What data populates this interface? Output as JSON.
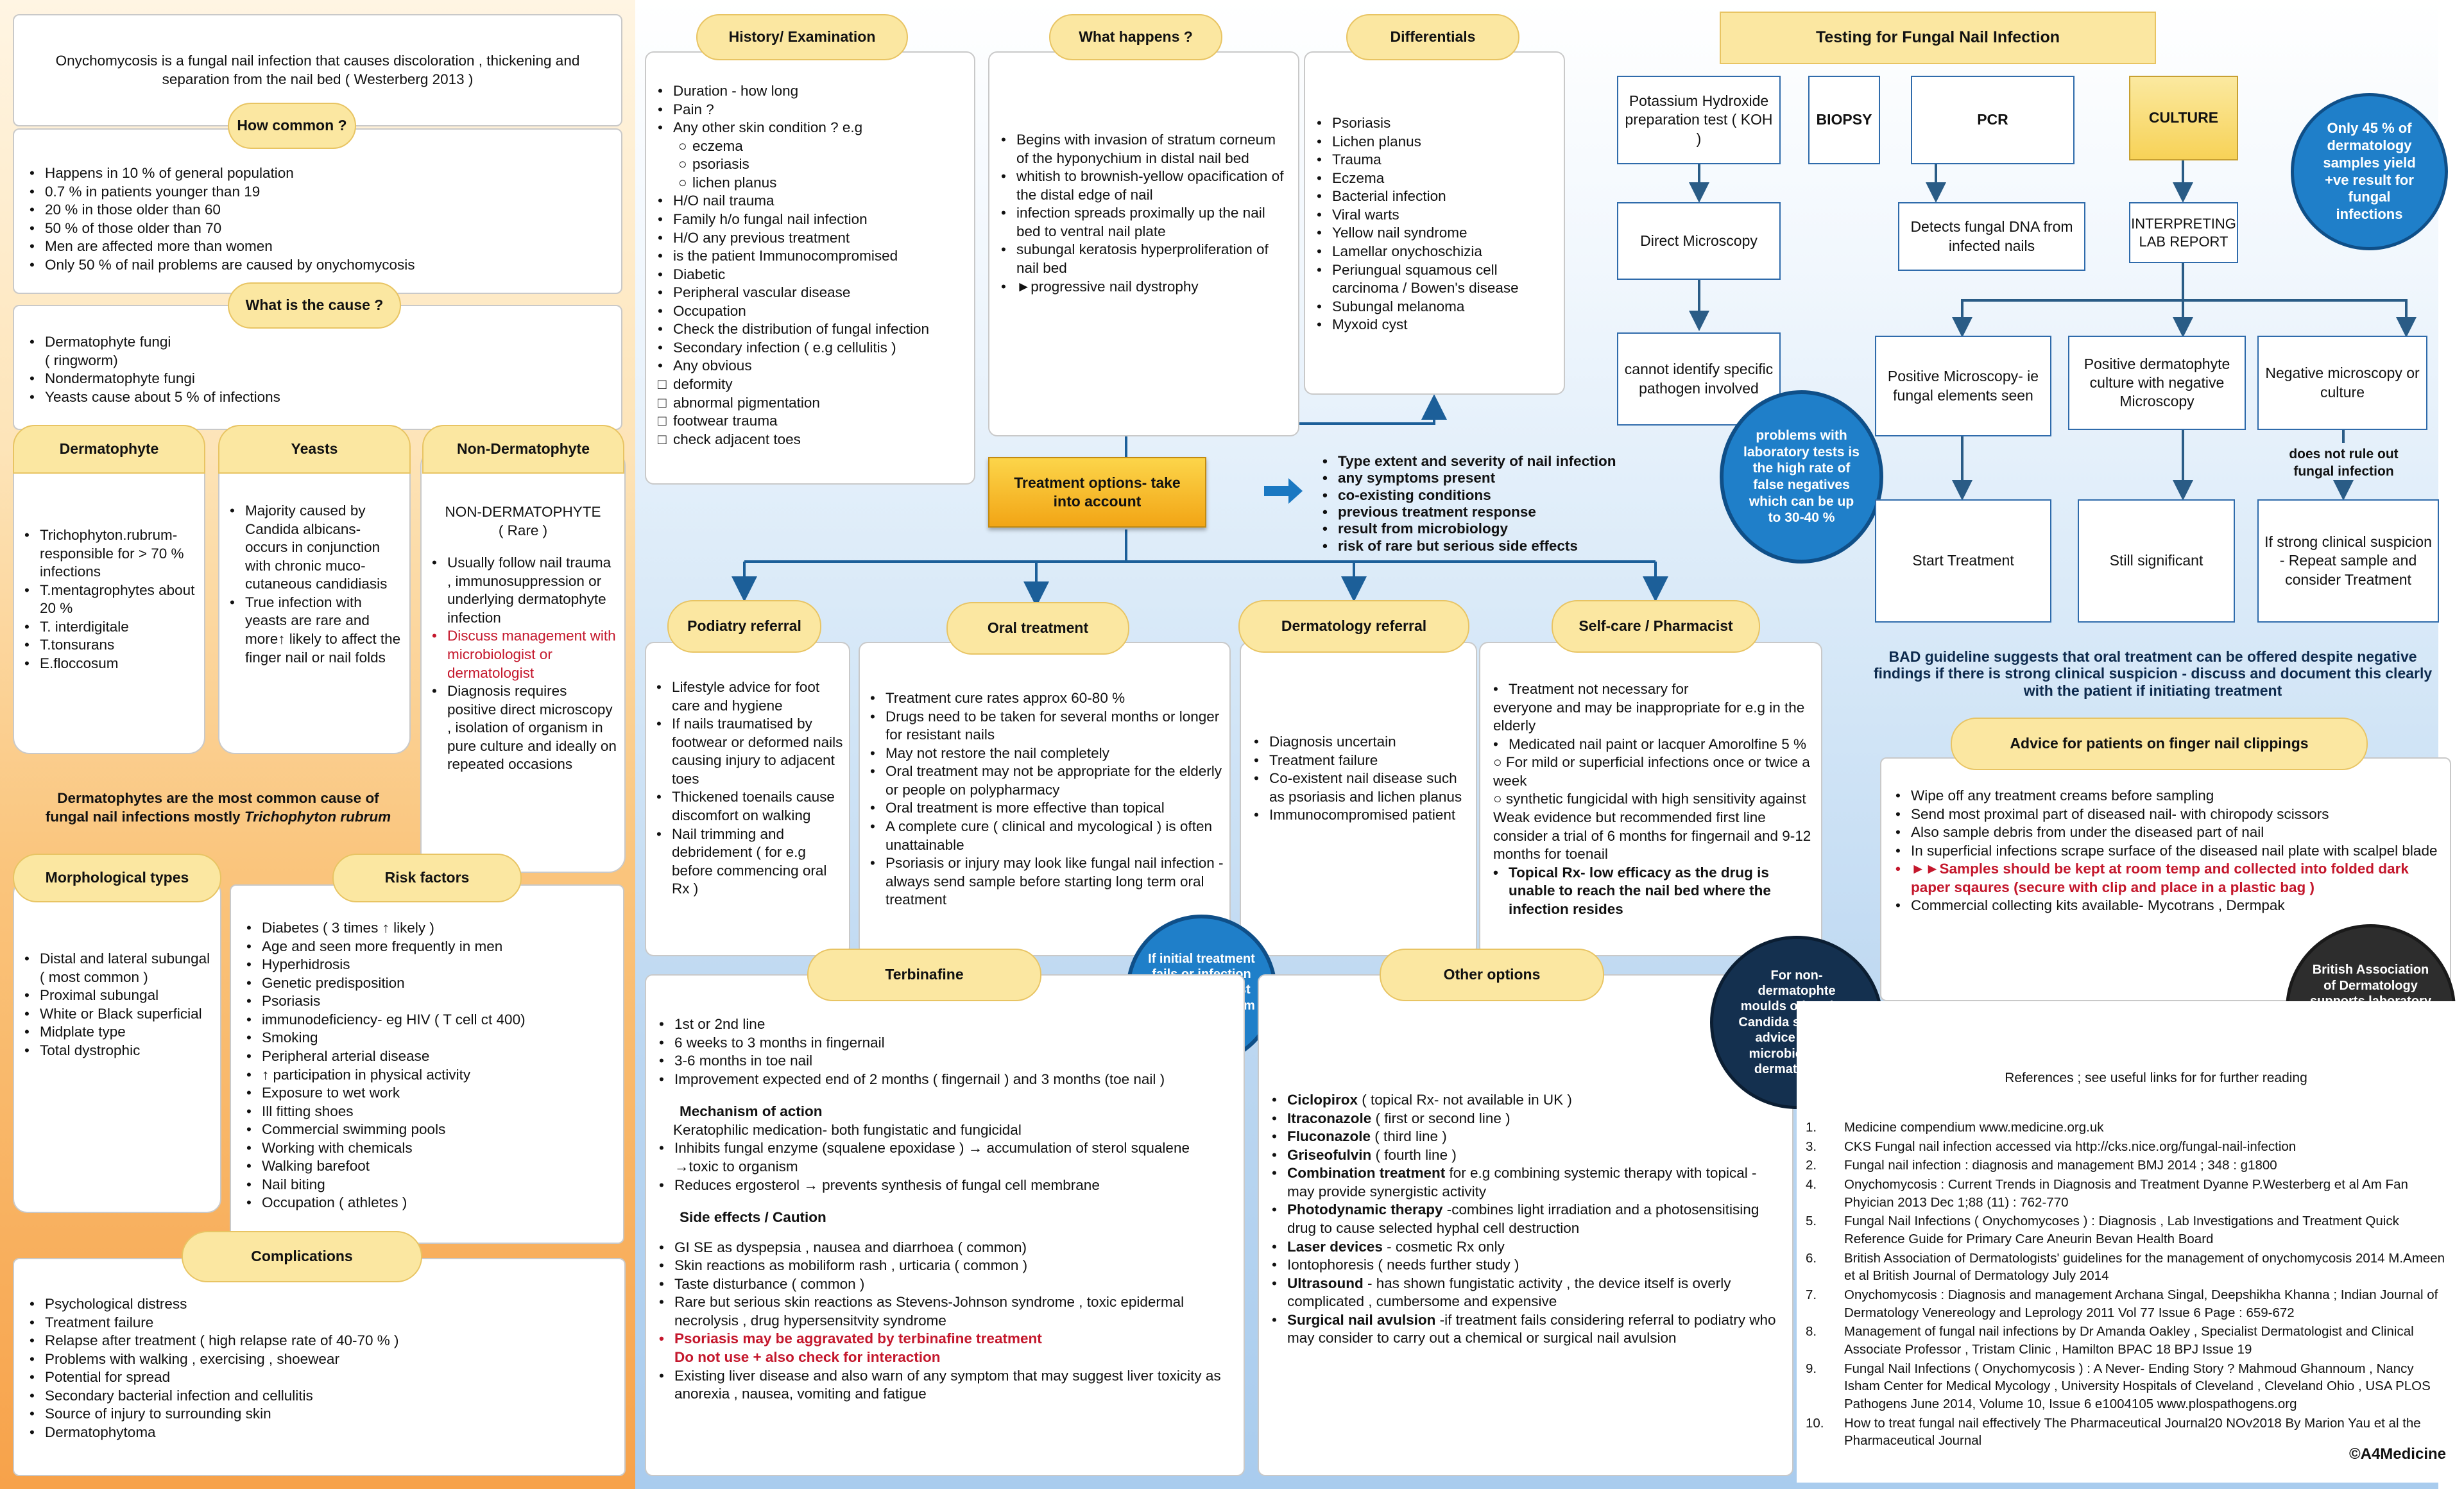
{
  "intro": "Onychomycosis is a fungal nail infection that causes discoloration , thickening and separation from the nail bed ( Westerberg 2013 )",
  "how_common": {
    "title": "How common ?",
    "items": [
      "Happens in 10 % of general population",
      "0.7 % in patients younger than 19",
      "20 % in those older than 60",
      "50 % of those older than 70",
      "Men are affected more than women",
      "Only 50 % of nail problems are caused by onychomycosis"
    ]
  },
  "cause": {
    "title": "What is the cause ?",
    "items": [
      "Dermatophyte fungi",
      "( ringworm)",
      "Nondermatophyte fungi",
      "Yeasts cause about 5 % of infections"
    ]
  },
  "dermatophyte": {
    "title": "Dermatophyte",
    "items": [
      "Trichophyton.rubrum- responsible for > 70 % infections",
      "T.mentagrophytes about 20 %",
      "T. interdigitale",
      "T.tonsurans",
      "E.floccosum"
    ]
  },
  "yeasts": {
    "title": "Yeasts",
    "items": [
      "Majority caused by Candida albicans- occurs in conjunction with chronic muco-cutaneous candidiasis",
      "True infection with yeasts are rare and more↑ likely to affect the finger nail or nail folds"
    ]
  },
  "nondermatophyte": {
    "title": "Non-Dermatophyte",
    "heading": "NON-DERMATOPHYTE",
    "heading2": "( Rare )",
    "item1": "Usually follow nail trauma , immunosuppression or underlying dermatophyte infection",
    "item2": "Discuss management with microbiologist or dermatologist",
    "item3": "Diagnosis requires positive direct microscopy , isolation of organism in pure culture and ideally on repeated occasions"
  },
  "derm_note": {
    "line1": "Dermatophytes are the most common cause of",
    "line2a": "fungal nail infections mostly ",
    "line2b": "Trichophyton rubrum"
  },
  "morph": {
    "title": "Morphological types",
    "items": [
      "Distal and lateral subungal",
      "( most common )",
      "Proximal subungal",
      "White or Black superficial",
      "Midplate type",
      "Total dystrophic"
    ]
  },
  "risk": {
    "title": "Risk factors",
    "items": [
      "Diabetes ( 3 times ↑ likely )",
      "Age and seen more frequently in men",
      "Hyperhidrosis",
      "Genetic predisposition",
      "Psoriasis",
      "immunodeficiency- eg HIV ( T cell ct 400)",
      "Smoking",
      "Peripheral arterial disease",
      "↑ participation in physical activity",
      "Exposure to wet work",
      "Ill fitting shoes",
      "Commercial swimming pools",
      "Working with chemicals",
      "Walking barefoot",
      "Nail biting",
      "Occupation ( athletes )"
    ]
  },
  "complications": {
    "title": "Complications",
    "items": [
      "Psychological distress",
      "Treatment failure",
      "Relapse after treatment ( high relapse rate of 40-70 % )",
      "Problems with walking , exercising , shoewear",
      "Potential for spread",
      "Secondary bacterial infection and cellulitis",
      "Source of injury to surrounding skin",
      "Dermatophytoma"
    ]
  },
  "history": {
    "title": "History/ Examination",
    "items": [
      "Duration - how long",
      "Pain ?",
      "Any other skin condition ? e.g"
    ],
    "subitems": [
      "eczema",
      "psoriasis",
      "lichen planus"
    ],
    "items2": [
      "H/O nail trauma",
      "Family h/o fungal nail infection",
      "H/O any previous treatment",
      "is the patient Immunocompromised",
      "Diabetic",
      "Peripheral vascular disease",
      "Occupation",
      "Check the distribution of fungal infection",
      "Secondary infection ( e.g cellulitis )",
      "Any obvious"
    ],
    "checks": [
      "deformity",
      "abnormal pigmentation",
      "footwear trauma",
      "check adjacent toes"
    ]
  },
  "what_happens": {
    "title": "What happens ?",
    "items": [
      "Begins with invasion of stratum corneum of the hyponychium in distal nail bed",
      "whitish to brownish-yellow opacification of the distal edge of nail",
      "infection spreads proximally up the nail bed to ventral nail plate",
      "subungal keratosis hyperproliferation of nail bed"
    ],
    "last": "►progressive nail dystrophy"
  },
  "differentials": {
    "title": "Differentials",
    "items": [
      "Psoriasis",
      "Lichen planus",
      "Trauma",
      "Eczema",
      "Bacterial infection",
      "Viral warts",
      "Yellow nail syndrome",
      "Lamellar onychoschizia",
      "Periungual squamous cell carcinoma / Bowen's disease",
      "Subungal melanoma",
      "Myxoid cyst"
    ]
  },
  "treatment_options": {
    "title": "Treatment options- take into account",
    "items": [
      "Type extent and severity of nail infection",
      "any symptoms present",
      "co-existing conditions",
      "previous treatment response",
      "result from microbiology",
      "risk of rare but serious side effects"
    ]
  },
  "podiatry": {
    "title": "Podiatry referral",
    "items": [
      "Lifestyle advice for foot care and hygiene",
      "If nails traumatised by footwear or deformed nails causing injury to adjacent toes",
      "Thickened toenails cause discomfort on walking",
      "Nail trimming and debridement ( for e.g before commencing oral Rx )"
    ]
  },
  "oral": {
    "title": "Oral treatment",
    "items": [
      "Treatment cure rates approx 60-80 %",
      "Drugs need to be taken for several months or longer for resistant nails",
      "May not restore the nail completely",
      "Oral treatment may not be appropriate for the elderly or people on polypharmacy",
      "Oral treatment is more effective than topical",
      "A complete cure ( clinical and mycological ) is often unattainable",
      "Psoriasis or injury may look like fungal nail infection - always send sample before starting long term oral treatment"
    ]
  },
  "derm_ref": {
    "title": "Dermatology referral",
    "items": [
      "Diagnosis uncertain",
      "Treatment failure",
      "Co-existent nail disease such as psoriasis and lichen planus",
      "Immunocompromised patient"
    ]
  },
  "selfcare": {
    "title": "Self-care / Pharmacist",
    "l1": "Treatment not necessary for",
    "l2": "everyone and may be inappropriate for e.g in the elderly",
    "l3": "Medicated nail paint or lacquer Amorolfine 5 %",
    "l4": "○ For mild or superficial infections once or twice a week",
    "l5": "○ synthetic fungicidal with high sensitivity against",
    "l6": "Weak evidence but recommended first line consider a trial of 6 months for fingernail and 9-12 months for toenail",
    "l7": "Topical Rx- low efficacy as the drug is unable to reach the nail bed where the infection resides"
  },
  "circle_initial": "If initial treatment fails or infection recurs - the first step is to confirm mycology",
  "terbinafine": {
    "title": "Terbinafine",
    "items": [
      "1st or 2nd line",
      "6 weeks to 3 months in fingernail",
      "3-6 months in toe nail",
      "Improvement expected end of 2 months ( fingernail ) and 3 months (toe nail )"
    ],
    "moa_title": "Mechanism of action",
    "moa_text": "Keratophilic medication- both fungistatic and fungicidal",
    "moa_items": [
      "Inhibits fungal enzyme (squalene epoxidase ) → accumulation of sterol squalene →toxic to organism",
      "Reduces ergosterol → prevents synthesis of fungal cell membrane"
    ],
    "se_title": "Side effects / Caution",
    "se_items": [
      "GI SE as dyspepsia , nausea and diarrhoea ( common)",
      "Skin reactions as mobiliform rash , urticaria ( common )",
      "Taste disturbance ( common )",
      "Rare but serious skin reactions as Stevens-Johnson syndrome , toxic epidermal necrolysis , drug hypersensitvity syndrome"
    ],
    "red1": "Psoriasis may be aggravated by terbinafine treatment",
    "red2": "Do not use + also check for interaction",
    "last": "Existing liver disease and also warn of any symptom that may suggest liver toxicity as anorexia , nausea, vomiting and fatigue"
  },
  "other": {
    "title": "Other options",
    "items": [
      {
        "b": "Ciclopirox",
        "t": " ( topical Rx- not available in UK )"
      },
      {
        "b": "Itraconazole",
        "t": " ( first or second line )"
      },
      {
        "b": "Fluconazole",
        "t": " ( third line )"
      },
      {
        "b": "Griseofulvin",
        "t": " ( fourth line )"
      },
      {
        "b": "Combination treatment",
        "t": " for e.g combining systemic therapy with topical - may provide synergistic activity"
      },
      {
        "b": "Photodynamic therapy",
        "t": " -combines light irradiation and a photosensitising drug to cause selected hyphal cell destruction"
      },
      {
        "b": "Laser devices",
        "t": " - cosmetic Rx only"
      },
      {
        "b": "",
        "t": "Iontophoresis ( needs further study )"
      },
      {
        "b": "Ultrasound",
        "t": " - has shown fungistatic activity , the device itself is overly complicated , cumbersome and expensive"
      },
      {
        "b": "Surgical nail avulsion",
        "t": " -if treatment fails considering referral to podiatry who may consider to carry out a chemical or surgical nail avulsion"
      }
    ]
  },
  "circle_nonderm": "For non-dermatophte moulds other than Candida spp , seek advice from a microbiologist / dermatologist",
  "testing": {
    "title": "Testing for Fungal Nail Infection",
    "koh": "Potassium Hydroxide preparation test ( KOH )",
    "biopsy": "BIOPSY",
    "pcr": "PCR",
    "culture": "CULTURE",
    "direct": "Direct Microscopy",
    "pcr_res": "Detects fungal DNA from infected nails",
    "report": "INTERPRETING LAB REPORT",
    "cannot": "cannot identify specific pathogen involved",
    "pos_micro": "Positive Microscopy- ie fungal elements seen",
    "pos_derm": "Positive dermatophyte culture with negative Microscopy",
    "neg": "Negative microscopy or culture",
    "not_rule": "does not rule out fungal infection",
    "start": "Start Treatment",
    "still": "Still significant",
    "strong": "If strong clinical suspicion - Repeat sample and consider Treatment"
  },
  "circle_45": "Only 45 % of dermatology samples yield +ve result for fungal infections",
  "circle_problems": "problems with laboratory tests is the high rate of false negatives which can be up to 30-40 %",
  "bad_text": "BAD guideline suggests that oral treatment can be offered despite negative findings if there is strong clinical suspicion - discuss and document this clearly with the patient if initiating treatment",
  "advice": {
    "title": "Advice for patients on finger nail clippings",
    "items": [
      "Wipe off any treatment creams before sampling",
      "Send most proximal part of diseased nail- with chiropody scissors",
      "Also sample debris from under the diseased part of nail",
      "In superficial infections scrape surface of the diseased nail plate with scalpel blade"
    ],
    "red": "►►Samples should be kept at room temp and collected into folded dark paper sqaures (secure with clip and place in a plastic bag )",
    "last": "Commercial collecting kits available- Mycotrans , Dermpak"
  },
  "circle_bad": "British Association of Dermatology supports laboratory investigations prior to commencing oral treatment",
  "references": {
    "title": "References ; see useful links for for further reading",
    "items": [
      {
        "n": "1.",
        "t": "Medicine compendium www.medicine.org.uk"
      },
      {
        "n": "3.",
        "t": "CKS Fungal nail infection accessed via  http://cks.nice.org/fungal-nail-infection"
      },
      {
        "n": "2.",
        "t": "Fungal nail infection : diagnosis and management BMJ 2014 ; 348 : g1800"
      },
      {
        "n": "4.",
        "t": "Onychomycosis : Current Trends in Diagnosis and Treatment Dyanne P.Westerberg et al Am Fan Phyician 2013 Dec 1;88 (11) : 762-770"
      },
      {
        "n": "5.",
        "t": "Fungal Nail Infections ( Onychomycoses ) : Diagnosis , Lab Investigations and Treatment Quick Reference Guide for Primary Care Aneurin Bevan Health Board"
      },
      {
        "n": "6.",
        "t": "British Association of Dermatologists' guidelines for the management of onychomycosis 2014 M.Ameen et al British Journal of Dermatology July 2014"
      },
      {
        "n": "7.",
        "t": "Onychomycosis : Diagnosis and management Archana Singal, Deepshikha Khanna ; Indian Journal of Dermatology Venereology and Leprology 2011 Vol 77 Issue 6 Page : 659-672"
      },
      {
        "n": "8.",
        "t": "Management of fungal nail infections by Dr Amanda Oakley , Specialist Dermatologist and Clinical Associate Professor , Tristam Clinic , Hamilton BPAC 18 BPJ Issue 19"
      },
      {
        "n": "9.",
        "t": "Fungal Nail Infections ( Onychomycosis ) : A Never- Ending Story ? Mahmoud Ghannoum , Nancy Isham Center for Medical Mycology , University Hospitals of Cleveland , Cleveland Ohio , USA PLOS Pathogens June 2014, Volume 10, Issue 6 e1004105 www.plospathogens.org"
      },
      {
        "n": "10.",
        "t": "How to treat fungal nail effectively The Pharmaceutical Journal20 NOv2018 By Marion Yau  et al the Pharmaceutical Journal"
      }
    ]
  },
  "copyright": "©A4Medicine",
  "colors": {
    "pill": "#fbe7a1",
    "blue_border": "#2f6bab",
    "circle_blue": "#1f7fc9",
    "circle_navy": "#14304f",
    "circle_dark": "#2d2d2d",
    "red": "#c4172c"
  }
}
